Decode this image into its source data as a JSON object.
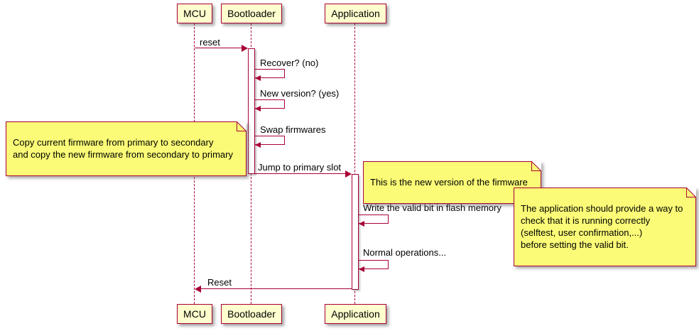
{
  "participants": [
    {
      "label": "MCU"
    },
    {
      "label": "Bootloader"
    },
    {
      "label": "Application"
    }
  ],
  "messages": {
    "reset": "reset",
    "recover": "Recover? (no)",
    "new_version": "New version? (yes)",
    "swap": "Swap firmwares",
    "jump": "Jump to primary slot",
    "write_valid_bit": "Write the valid bit in flash memory",
    "normal_operations": "Normal operations...",
    "reset_back": "Reset"
  },
  "notes": {
    "copy_firmware": "Copy current firmware from primary to secondary\nand copy the new firmware from secondary to primary",
    "new_version_note": "This is the new version of the firmware",
    "valid_bit_note": "The application should provide a way to\ncheck that it is running correctly\n(selftest, user confirmation,...)\nbefore setting the valid bit."
  },
  "colors": {
    "border": "#A80036",
    "participant_fill": "#FEFECE",
    "note_fill": "#FBFB77",
    "background": "#FFFFFF"
  }
}
